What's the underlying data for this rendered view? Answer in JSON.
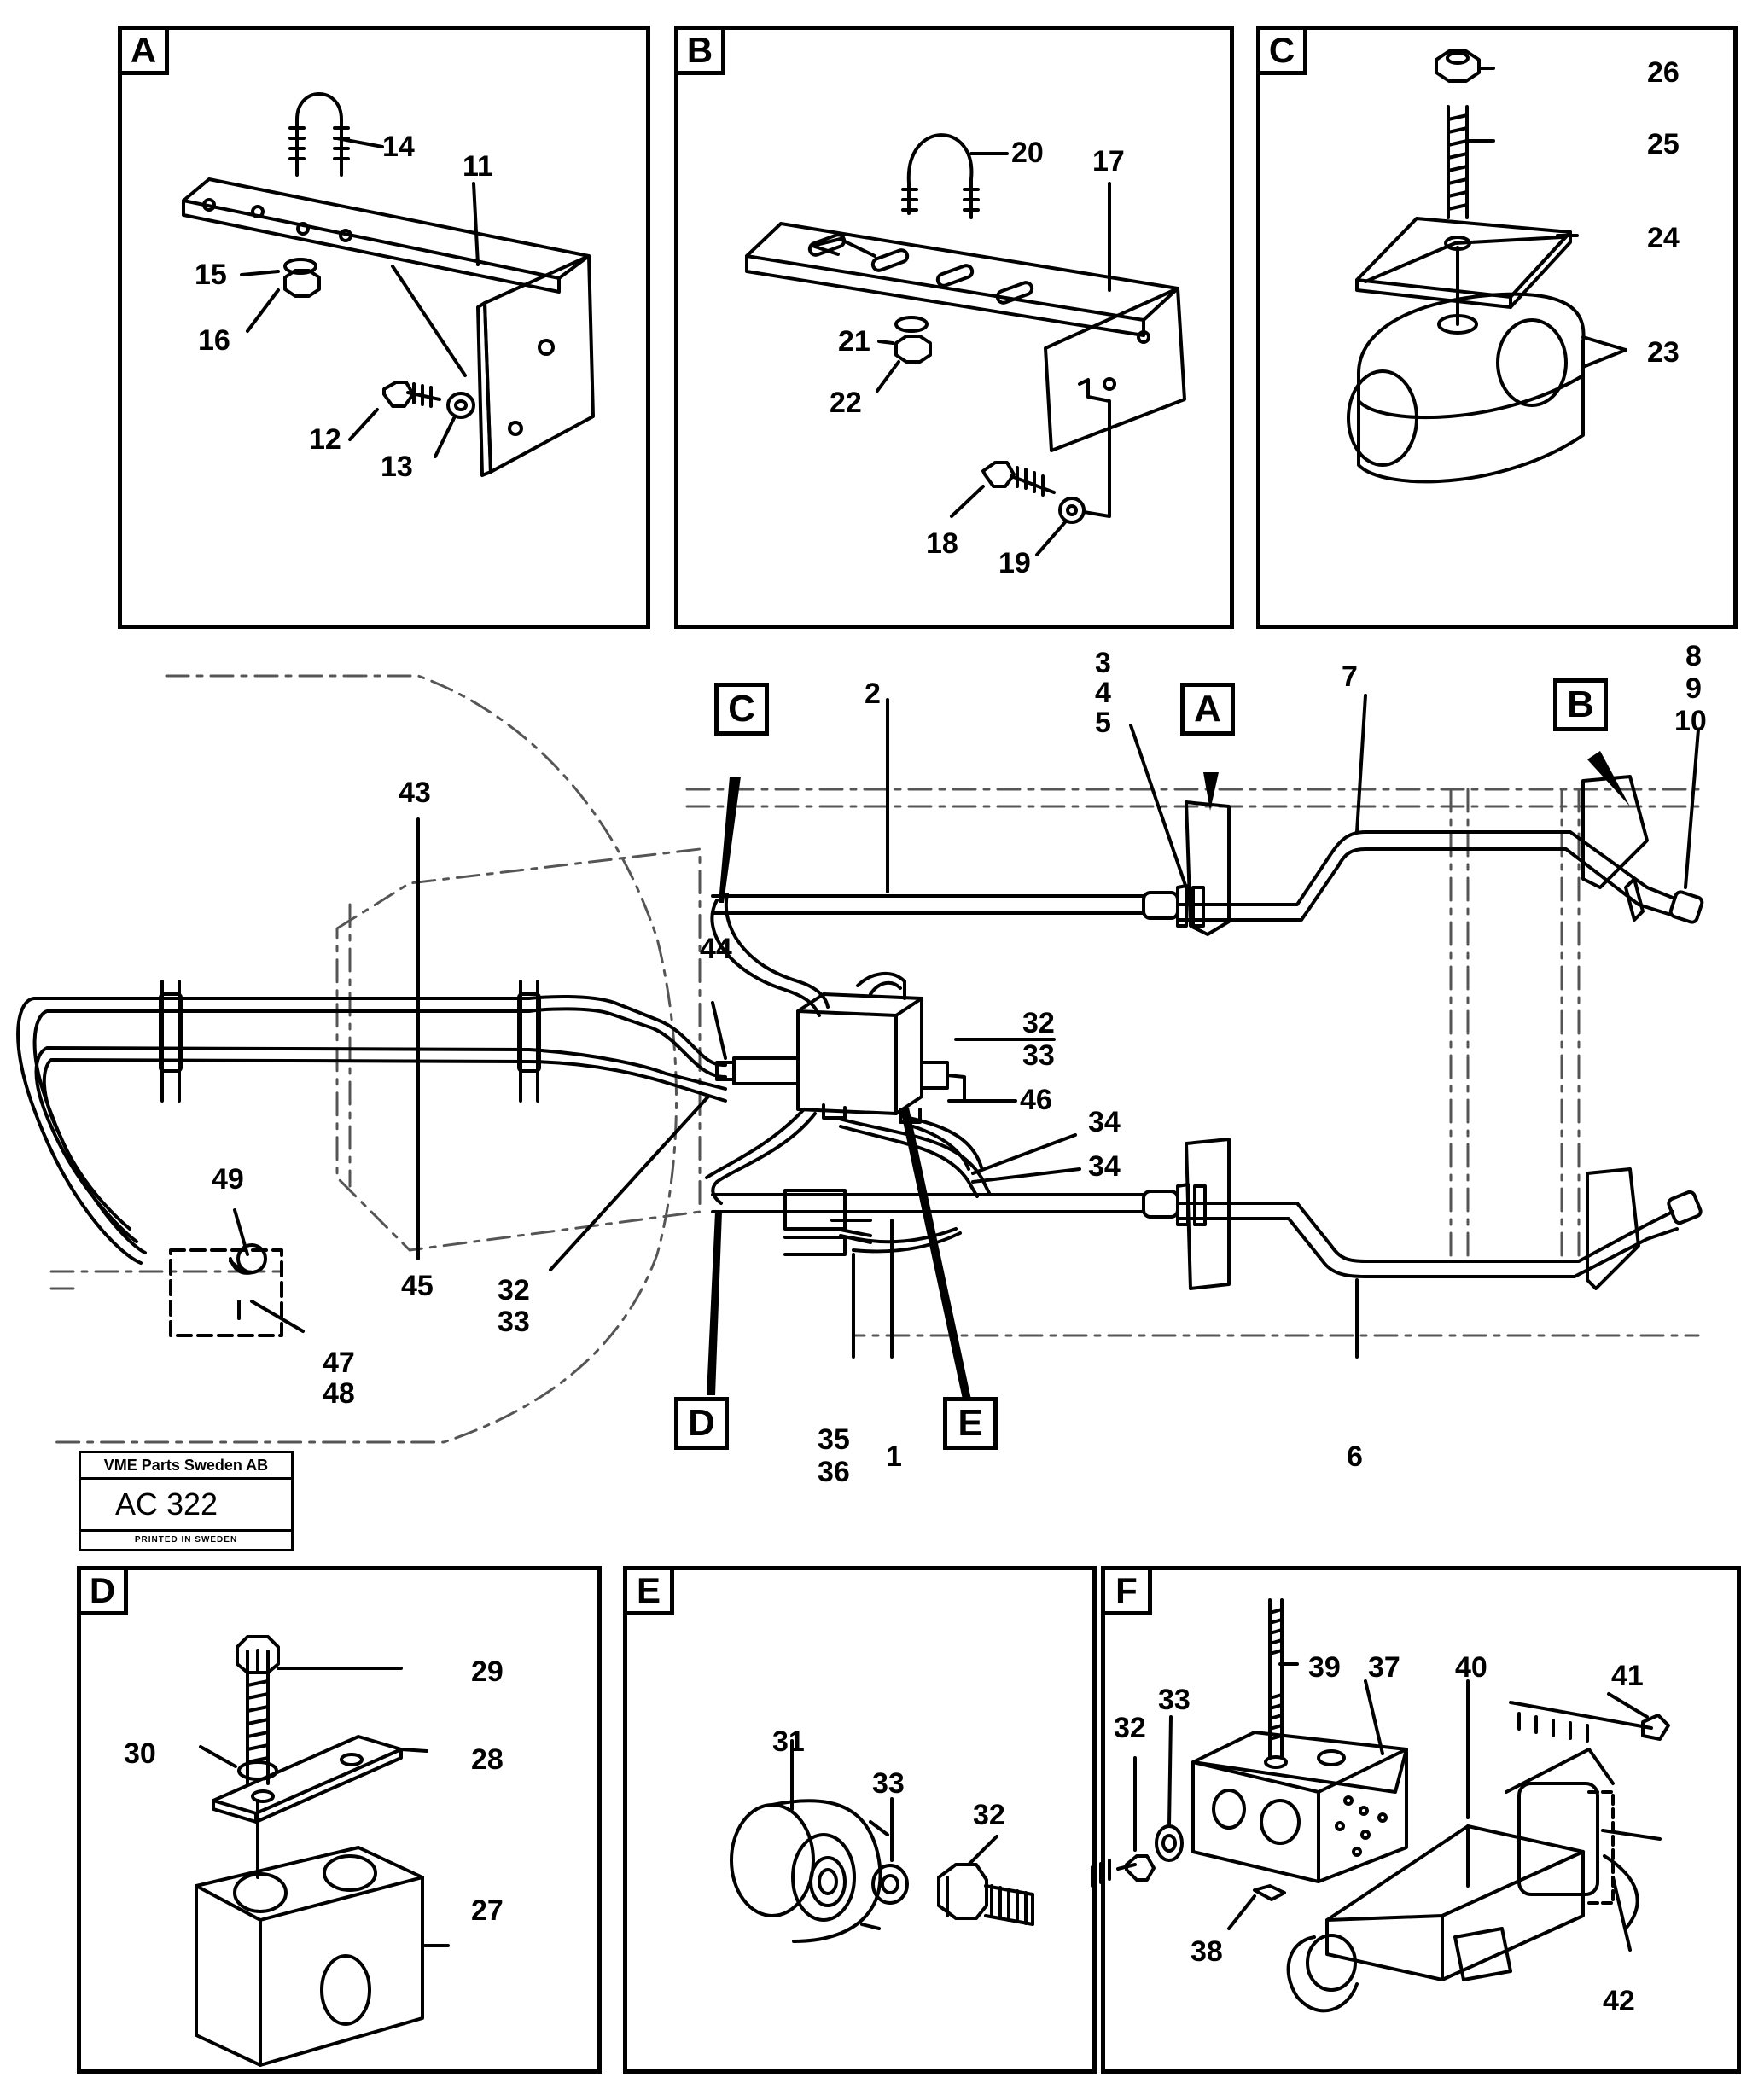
{
  "sheet": {
    "company": "VME Parts Sweden AB",
    "code": "AC 322",
    "printed": "PRINTED IN SWEDEN"
  },
  "panels": [
    {
      "id": "A",
      "label": "A",
      "parts": [
        "14",
        "11",
        "15",
        "16",
        "12",
        "13"
      ]
    },
    {
      "id": "B",
      "label": "B",
      "parts": [
        "20",
        "17",
        "21",
        "22",
        "18",
        "19"
      ]
    },
    {
      "id": "C",
      "label": "C",
      "parts": [
        "26",
        "25",
        "24",
        "23"
      ]
    },
    {
      "id": "D",
      "label": "D",
      "parts": [
        "29",
        "30",
        "28",
        "27"
      ]
    },
    {
      "id": "E",
      "label": "E",
      "parts": [
        "31",
        "33",
        "32"
      ]
    },
    {
      "id": "F",
      "label": "F",
      "parts": [
        "39",
        "37",
        "40",
        "41",
        "33",
        "32",
        "38",
        "42"
      ]
    }
  ],
  "callouts": [
    "C",
    "A",
    "B",
    "D",
    "E"
  ],
  "main_labels": {
    "p2": "2",
    "p3": "3",
    "p4": "4",
    "p5": "5",
    "p7": "7",
    "p8": "8",
    "p9": "9",
    "p10": "10",
    "p43": "43",
    "p44": "44",
    "p32a": "32",
    "p33a": "33",
    "p46": "46",
    "p34a": "34",
    "p34b": "34",
    "p49": "49",
    "p45": "45",
    "p32b": "32",
    "p33b": "33",
    "p47": "47",
    "p48": "48",
    "p35": "35",
    "p36": "36",
    "p1": "1",
    "p6": "6"
  },
  "colors": {
    "ink": "#000000",
    "paper": "#ffffff",
    "hidden_line": "#555555"
  }
}
